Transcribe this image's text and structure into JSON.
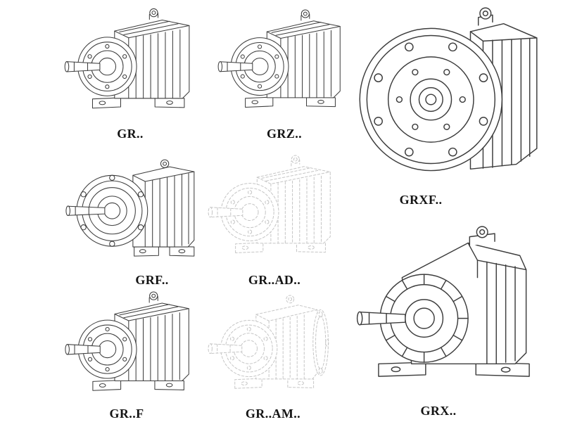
{
  "colors": {
    "line": "#3d3d3d",
    "faded": "#c6c6c6",
    "label": "#141414",
    "background": "#ffffff"
  },
  "catalog": {
    "items": [
      {
        "id": "gr",
        "label": "GR..",
        "drawing": "foot-mounted-helical-gear-unit",
        "appearance": "solid"
      },
      {
        "id": "grz",
        "label": "GRZ..",
        "drawing": "foot-mounted-helical-gear-unit",
        "appearance": "solid"
      },
      {
        "id": "grxf",
        "label": "GRXF..",
        "drawing": "large-flange-mounted-helical-gear-unit",
        "appearance": "solid"
      },
      {
        "id": "grf",
        "label": "GRF..",
        "drawing": "flange-mounted-helical-gear-unit",
        "appearance": "solid"
      },
      {
        "id": "grad",
        "label": "GR..AD..",
        "drawing": "helical-gear-unit-with-input-adapter",
        "appearance": "faded-dashed"
      },
      {
        "id": "grft",
        "label": "GR..F",
        "drawing": "foot-mounted-helical-gear-unit",
        "appearance": "solid"
      },
      {
        "id": "gram",
        "label": "GR..AM..",
        "drawing": "helical-gear-unit-with-motor-flange",
        "appearance": "faded-dashed"
      },
      {
        "id": "grx",
        "label": "GRX..",
        "drawing": "ribbed-housing-helical-gear-unit",
        "appearance": "solid"
      }
    ]
  }
}
